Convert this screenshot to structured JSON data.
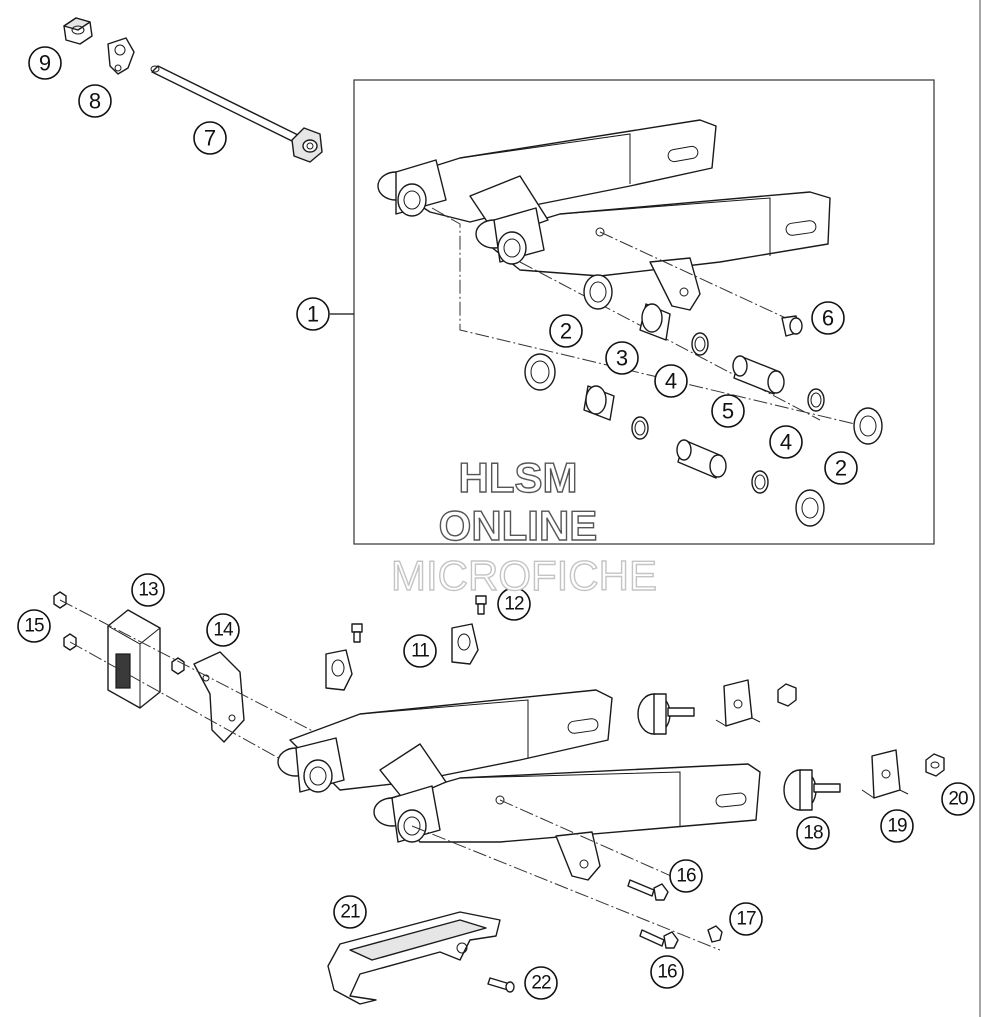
{
  "callouts": {
    "c1": "1",
    "c2a": "2",
    "c2b": "2",
    "c3": "3",
    "c4a": "4",
    "c4b": "4",
    "c5": "5",
    "c6": "6",
    "c7": "7",
    "c8": "8",
    "c9": "9",
    "c11": "11",
    "c12": "12",
    "c13": "13",
    "c14": "14",
    "c15": "15",
    "c16a": "16",
    "c16b": "16",
    "c17": "17",
    "c18": "18",
    "c19": "19",
    "c20": "20",
    "c21": "21",
    "c22": "22"
  },
  "watermark": {
    "line1": "HLSM",
    "line2": "ONLINE",
    "line3": "MICROFICHE"
  }
}
